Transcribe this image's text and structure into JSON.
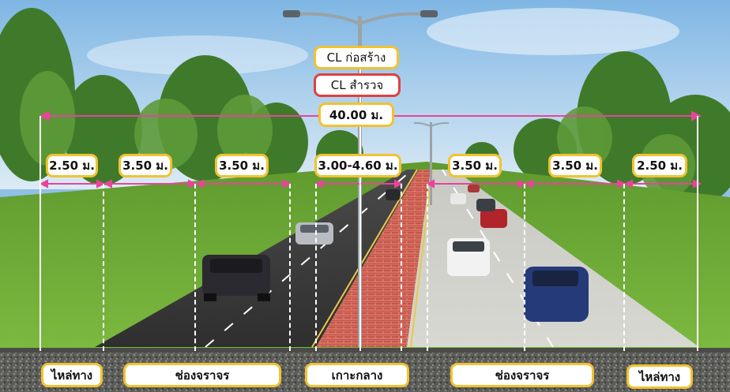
{
  "annotations": {
    "cl_construction": "CL ก่อสร้าง",
    "cl_survey": "CL สำรวจ",
    "total_width": "40.00 ม.",
    "lane_widths": [
      "2.50 ม.",
      "3.50 ม.",
      "3.50 ม.",
      "3.00-4.60 ม.",
      "3.50 ม.",
      "3.50 ม.",
      "2.50 ม."
    ],
    "zones": [
      "ไหล่ทาง",
      "ช่องจราจร",
      "เกาะกลาง",
      "ช่องจราจร",
      "ไหล่ทาง"
    ]
  },
  "colors": {
    "label_border": "#f2c230",
    "survey_border": "#e04040",
    "dimension_line": "#e8449a"
  }
}
